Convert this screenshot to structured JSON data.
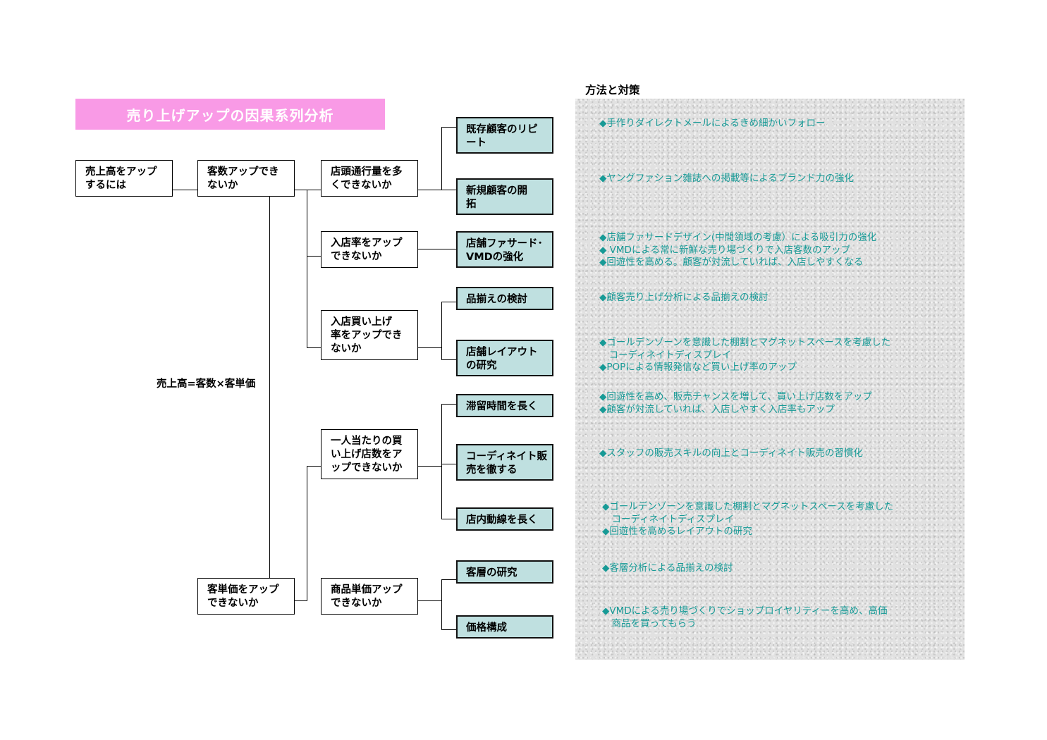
{
  "title": "売り上げアップの因果系列分析",
  "methods_heading": "方法と対策",
  "formula": "売上高=客数×客単価",
  "tree": {
    "root": "売上高をアップ\nするには",
    "customers": "客数アップでき\nないか",
    "unit_price": "客単価をアップ\nできないか",
    "traffic": "店頭通行量を多\nくできないか",
    "entry_rate": "入店率をアップ\nできないか",
    "purchase_rate": "入店買い上げ\n率をアップでき\nないか",
    "items_per_customer": "一人当たりの買\nい上げ店数をア\nップできないか",
    "item_price": "商品単価アップ\nできないか"
  },
  "actions": {
    "repeat": "既存顧客のリピ\nート",
    "new_customers": "新規顧客の開\n拓",
    "facade": "店舗ファサード･\nVMDの強化",
    "assortment": "品揃えの検討",
    "layout": "店舗レイアウト\nの研究",
    "dwell": "滞留時間を長く",
    "coordinate": "コーディネイト販\n売を徹する",
    "flow": "店内動線を長く",
    "segment": "客層の研究",
    "pricing": "価格構成"
  },
  "methods": [
    "◆手作りダイレクトメールによるきめ細かいフォロー",
    "◆ヤングファション雑誌への掲載等によるブランド力の強化",
    "◆店舗ファサードデザイン(中間領域の考慮）による吸引力の強化\n◆ VMDによる常に新鮮な売り場づくりで入店客数のアップ\n◆回遊性を高める。顧客が対流していれば、入店しやすくなる",
    "◆顧客売り上げ分析による品揃えの検討",
    "◆ゴールデンゾーンを意識した棚割とマグネットスペースを考慮した\n　コーディネイトディスプレイ\n◆POPによる情報発信など買い上げ率のアップ",
    "◆回遊性を高め、販売チャンスを増して、買い上げ店数をアップ\n◆顧客が対流していれば、入店しやすく入店率もアップ",
    "◆スタッフの販売スキルの向上とコーディネイト販売の習慣化",
    "◆ゴールデンゾーンを意識した棚割とマグネットスペースを考慮した\n　コーディネイトディスプレイ\n◆回遊性を高めるレイアウトの研究",
    "◆客層分析による品揃えの検討",
    "◆VMDによる売り場づくりでショップロイヤリティーを高め、高価\n　商品を買ってもらう"
  ],
  "colors": {
    "title_banner": "#f99ae6",
    "action_box": "#bfe0e0",
    "method_text": "#179a96",
    "panel": "#e1e1e1"
  }
}
